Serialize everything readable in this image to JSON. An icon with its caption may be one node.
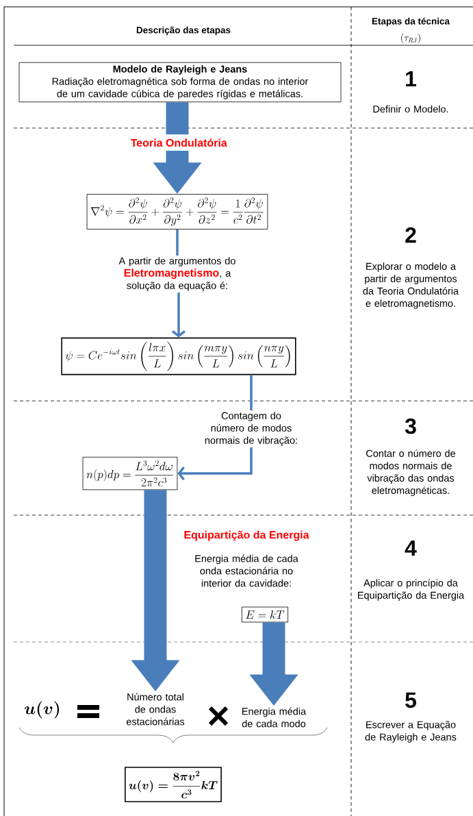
{
  "diagram": {
    "nodes": [
      {
        "text": [
          "Modelo de Rayleigh e Jeans",
          "Radiação eletromagnética sob forma de ondas no interior de um cavidade cúbica de paredes rígidas e metálicas."
        ]
      },
      {
        "text": [
          "\\nabla^2\\psi=\\frac{\\partial^2\\psi}{\\partial x^2}+\\frac{\\partial^2\\psi}{\\partial y^2}+\\frac{\\partial^2\\psi}{\\partial z^2}=\\frac{1}{c^2}\\frac{\\partial^2\\psi}{\\partial t^2}"
        ]
      },
      {
        "text": [
          "A partir de argumentos do **Eletromagnetismo**, a solução da equação é:"
        ]
      },
      {
        "text": [
          "\\psi=Ce^{-i\\omega t}sin\\left(\\frac{l\\pi x}{L}\\right)sin\\left(\\frac{m\\pi y}{L}\\right)sin\\left(\\frac{n\\pi y}{L}\\right)"
        ]
      },
      {
        "text": [
          "Contagem do número de modos normais de vibração:"
        ]
      },
      {
        "text": [
          "n(p)dp=\\frac{L^3\\omega^2d\\omega}{2\\pi^2c^3}"
        ]
      },
      {
        "text": [
          "E=kT"
        ]
      },
      {
        "text": [
          "Número total de ondas estacionárias"
        ]
      },
      {
        "text": [
          "Energia média de cada modo"
        ]
      },
      {
        "text": [
          "\\boldsymbol{u(v)=\\frac{8\\pi v^2}{c^3}kT}"
        ]
      }
    ],
    "edges": [
      {
        "from": 0,
        "to": 1,
        "arrow": "to",
        "style": "thick",
        "label": "Teoria Ondulatória"
      },
      {
        "from": 1,
        "to": 2,
        "arrow": "none"
      },
      {
        "from": 2,
        "to": 3,
        "arrow": "to"
      },
      {
        "from": 3,
        "to": 4,
        "arrow": "none"
      },
      {
        "from": 4,
        "to": 5,
        "arrow": "to"
      },
      {
        "from": 5,
        "to": 7,
        "arrow": "to",
        "style": "thick"
      },
      {
        "from": 6,
        "to": 8,
        "arrow": "to",
        "style": "thick"
      }
    ],
    "labels": [
      "Descrição das etapas",
      "Etapas da técnica",
      "(\\tau_{RJ})",
      "1",
      "Definir o Modelo.",
      "2",
      "Explorar o modelo a partir de argumentos da Teoria Ondulatória e eletromagnetismo.",
      "3",
      "Contar o número de modos normais de vibração das ondas eletromagnéticas.",
      "Equipartição da Energia",
      "Energia média de cada onda estacionária no interior da cavidade:",
      "4",
      "Aplicar o princípio da Equipartição da Energia",
      "\\boldsymbol{u(v)}",
      "5",
      "Escrever a Equação de Rayleigh e Jeans"
    ]
  }
}
